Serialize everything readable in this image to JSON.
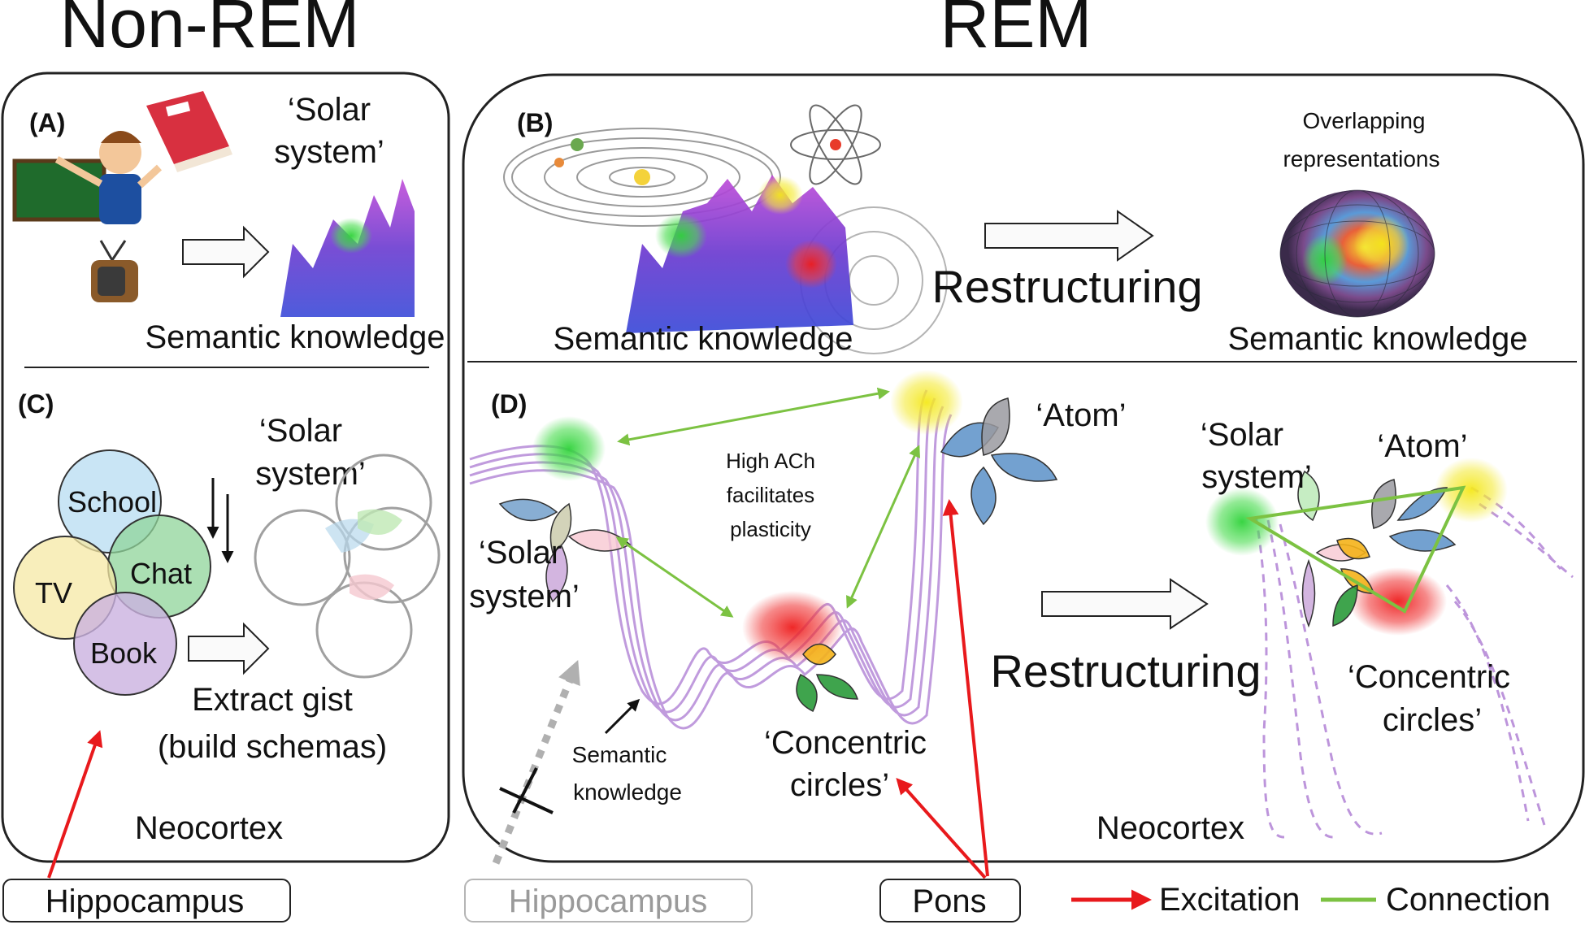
{
  "headings": {
    "nonrem": "Non-REM",
    "rem": "REM"
  },
  "panel_a": {
    "letter": "(A)",
    "concept_line1": "‘Solar",
    "concept_line2": "system’",
    "caption": "Semantic knowledge"
  },
  "panel_b": {
    "letter": "(B)",
    "caption_left": "Semantic knowledge",
    "restructuring": "Restructuring",
    "overlap_line1": "Overlapping",
    "overlap_line2": "representations",
    "caption_right": "Semantic knowledge"
  },
  "panel_c": {
    "letter": "(C)",
    "circles": [
      "School",
      "Chat",
      "TV",
      "Book"
    ],
    "concept_line1": "‘Solar",
    "concept_line2": "system’",
    "gist_line1": "Extract gist",
    "gist_line2": "(build schemas)",
    "region": "Neocortex"
  },
  "panel_d": {
    "letter": "(D)",
    "solar_line1": "‘Solar",
    "solar_line2": "system’",
    "atom": "‘Atom’",
    "ach_line1": "High ACh",
    "ach_line2": "facilitates",
    "ach_line3": "plasticity",
    "sem_line1": "Semantic",
    "sem_line2": "knowledge",
    "conc_line1": "‘Concentric",
    "conc_line2": "circles’",
    "restructuring": "Restructuring",
    "solar2_line1": "‘Solar",
    "solar2_line2": "system’",
    "atom2": "‘Atom’",
    "conc2_line1": "‘Concentric",
    "conc2_line2": "circles’",
    "region": "Neocortex"
  },
  "bottom": {
    "hippocampus_left": "Hippocampus",
    "hippocampus_right": "Hippocampus",
    "pons": "Pons",
    "legend_excitation": "Excitation",
    "legend_connection": "Connection"
  },
  "colors": {
    "excitation": "#e8191c",
    "connection": "#7cc242",
    "faded": "#9a9a9a",
    "landscape": "#7a4bc8",
    "wave": "#b68ad8"
  }
}
